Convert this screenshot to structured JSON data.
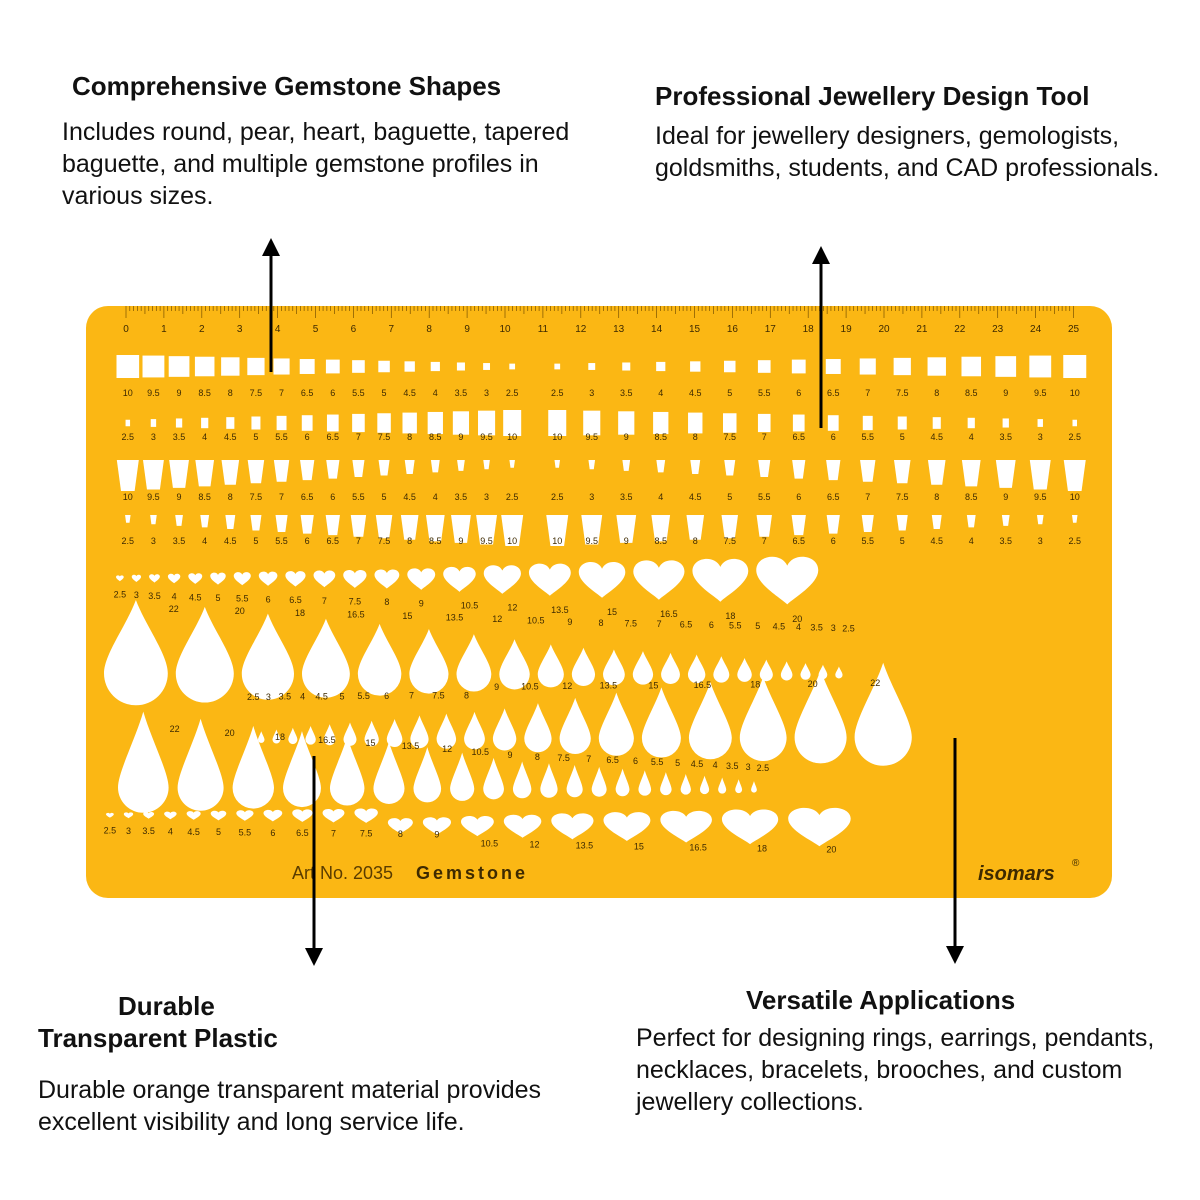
{
  "callouts": {
    "top_left": {
      "title": "Comprehensive Gemstone Shapes",
      "body": "Includes round, pear, heart, baguette, tapered baguette, and multiple gemstone profiles in various sizes."
    },
    "top_right": {
      "title": "Professional Jewellery Design Tool",
      "body": "Ideal for jewellery designers, gemologists, goldsmiths, students, and CAD professionals."
    },
    "bottom_left": {
      "title_line1": "Durable",
      "title_line2": "Transparent Plastic",
      "body": "Durable orange transparent material provides excellent visibility and long service life."
    },
    "bottom_right": {
      "title": "Versatile Applications",
      "body": "Perfect for designing rings, earrings, pendants, necklaces, bracelets, brooches, and custom jewellery collections."
    }
  },
  "stencil": {
    "art_no": "Art No. 2035",
    "name": "Gemstone",
    "brand": "isomars",
    "brand_mark": "®",
    "color": "#fbb714",
    "cutout_color": "#ffffff",
    "ruler_numbers": [
      "0",
      "1",
      "2",
      "3",
      "4",
      "5",
      "6",
      "7",
      "8",
      "9",
      "10",
      "11",
      "12",
      "13",
      "14",
      "15",
      "16",
      "17",
      "18",
      "19",
      "20",
      "21",
      "22",
      "23",
      "24",
      "25"
    ],
    "rows": [
      {
        "shape": "square",
        "sizes": [
          "10",
          "9.5",
          "9",
          "8.5",
          "8",
          "7.5",
          "7",
          "6.5",
          "6",
          "5.5",
          "5",
          "4.5",
          "4",
          "3.5",
          "3",
          "2.5"
        ],
        "sizes2": [
          "2.5",
          "3",
          "3.5",
          "4",
          "4.5",
          "5",
          "5.5",
          "6",
          "6.5",
          "7",
          "7.5",
          "8",
          "8.5",
          "9",
          "9.5",
          "10"
        ]
      },
      {
        "shape": "rect",
        "sizes": [
          "2.5",
          "3",
          "3.5",
          "4",
          "4.5",
          "5",
          "5.5",
          "6",
          "6.5",
          "7",
          "7.5",
          "8",
          "8.5",
          "9",
          "9.5",
          "10"
        ],
        "sizes2": [
          "10",
          "9.5",
          "9",
          "8.5",
          "8",
          "7.5",
          "7",
          "6.5",
          "6",
          "5.5",
          "5",
          "4.5",
          "4",
          "3.5",
          "3",
          "2.5"
        ]
      },
      {
        "shape": "taper",
        "sizes": [
          "10",
          "9.5",
          "9",
          "8.5",
          "8",
          "7.5",
          "7",
          "6.5",
          "6",
          "5.5",
          "5",
          "4.5",
          "4",
          "3.5",
          "3",
          "2.5"
        ],
        "sizes2": [
          "2.5",
          "3",
          "3.5",
          "4",
          "4.5",
          "5",
          "5.5",
          "6",
          "6.5",
          "7",
          "7.5",
          "8",
          "8.5",
          "9",
          "9.5",
          "10"
        ]
      },
      {
        "shape": "taper",
        "sizes": [
          "2.5",
          "3",
          "3.5",
          "4",
          "4.5",
          "5",
          "5.5",
          "6",
          "6.5",
          "7",
          "7.5",
          "8",
          "8.5",
          "9",
          "9.5",
          "10"
        ],
        "sizes2": [
          "10",
          "9.5",
          "9",
          "8.5",
          "8",
          "7.5",
          "7",
          "6.5",
          "6",
          "5.5",
          "5",
          "4.5",
          "4",
          "3.5",
          "3",
          "2.5"
        ]
      },
      {
        "shape": "heart",
        "sizes": [
          "2.5",
          "3",
          "3.5",
          "4",
          "4.5",
          "5",
          "5.5",
          "6",
          "6.5",
          "7",
          "7.5",
          "8",
          "9",
          "10.5",
          "12",
          "13.5",
          "15",
          "16.5",
          "18",
          "20"
        ]
      },
      {
        "shape": "pear-large",
        "sizes": [
          "22",
          "20",
          "18",
          "16.5",
          "15",
          "13.5",
          "12",
          "10.5",
          "9",
          "8",
          "7.5",
          "7",
          "6.5",
          "6",
          "5.5",
          "5",
          "4.5",
          "4",
          "3.5",
          "3",
          "2.5"
        ]
      },
      {
        "shape": "pear-small",
        "sizes": [
          "2.5",
          "3",
          "3.5",
          "4",
          "4.5",
          "5",
          "5.5",
          "6",
          "7",
          "7.5",
          "8",
          "9",
          "10.5",
          "12",
          "13.5",
          "15",
          "16.5",
          "18",
          "20",
          "22"
        ]
      },
      {
        "shape": "drop-large",
        "sizes": [
          "22",
          "20",
          "18",
          "16.5",
          "15",
          "13.5",
          "12",
          "10.5",
          "9",
          "8",
          "7.5",
          "7",
          "6.5",
          "6",
          "5.5",
          "5",
          "4.5",
          "4",
          "3.5",
          "3",
          "2.5"
        ]
      },
      {
        "shape": "heart-wide",
        "sizes": [
          "2.5",
          "3",
          "3.5",
          "4",
          "4.5",
          "5",
          "5.5",
          "6",
          "6.5",
          "7",
          "7.5",
          "8",
          "9",
          "10.5",
          "12",
          "13.5",
          "15",
          "16.5",
          "18",
          "20"
        ]
      }
    ]
  }
}
